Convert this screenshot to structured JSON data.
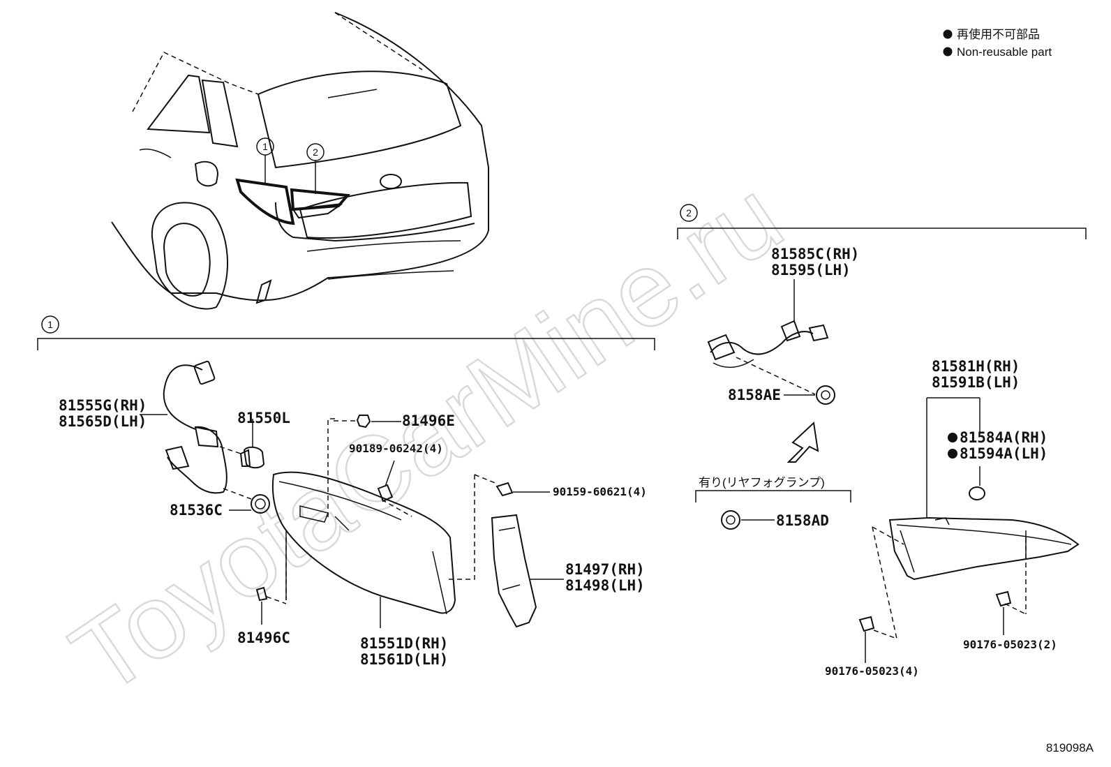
{
  "watermark": "ToyotaCarMine.ru",
  "legend": {
    "jp": "再使用不可部品",
    "en": "Non-reusable part"
  },
  "diagram_code": "819098A",
  "callouts": {
    "one": "1",
    "two": "2"
  },
  "group1": {
    "labels": {
      "p81555G": "81555G(RH)",
      "p81565D": "81565D(LH)",
      "p81550L": "81550L",
      "p81496E": "81496E",
      "p90189": "90189-06242(4)",
      "p90159": "90159-60621(4)",
      "p81536C": "81536C",
      "p81497": "81497(RH)",
      "p81498": "81498(LH)",
      "p81496C": "81496C",
      "p81551D": "81551D(RH)",
      "p81561D": "81561D(LH)"
    }
  },
  "group2": {
    "labels": {
      "p81585C": "81585C(RH)",
      "p81595": "81595(LH)",
      "p8158AE": "8158AE",
      "fog_caption": "有り(リヤフォグランプ)",
      "p8158AD": "8158AD",
      "p81581H": "81581H(RH)",
      "p81591B": "81591B(LH)",
      "p81584A": "81584A(RH)",
      "p81594A": "81594A(LH)",
      "p90176_2": "90176-05023(2)",
      "p90176_4": "90176-05023(4)"
    }
  }
}
